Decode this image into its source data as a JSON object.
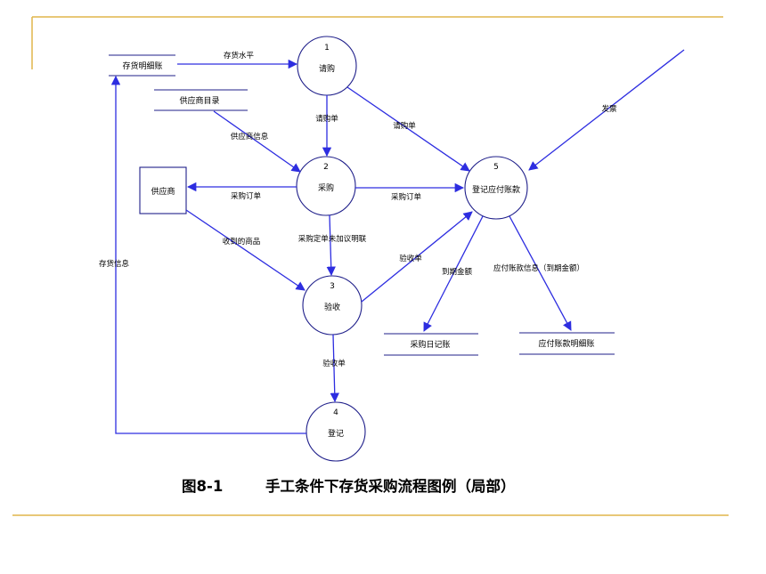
{
  "colors": {
    "accent": "#e0b64a",
    "line": "#1f1f8a",
    "arrow": "#2d2de0"
  },
  "processes": [
    {
      "id": "p1",
      "number": "1",
      "label": "请购"
    },
    {
      "id": "p2",
      "number": "2",
      "label": "采购"
    },
    {
      "id": "p3",
      "number": "3",
      "label": "验收"
    },
    {
      "id": "p4",
      "number": "4",
      "label": "登记"
    },
    {
      "id": "p5",
      "number": "5",
      "label": "登记应付账款"
    }
  ],
  "external_entity": {
    "label": "供应商"
  },
  "data_stores": {
    "inventory_detail": "存货明细账",
    "supplier_catalog": "供应商目录",
    "purchase_journal": "采购日记账",
    "payable_detail": "应付账款明细账"
  },
  "flows": {
    "inventory_level": "存货水平",
    "requisition_1": "请购单",
    "requisition_2": "请购单",
    "supplier_info": "供应商信息",
    "purchase_order_to_supplier": "采购订单",
    "purchase_order_to_5": "采购订单",
    "purchase_order_with_receipt": "采购定单未加议明联",
    "received_goods": "收到的商品",
    "receiving_report_to_5": "验收单",
    "receiving_report_to_4": "验收单",
    "invoice": "发票",
    "inventory_info": "存货信息",
    "amount_due": "到期金额",
    "payable_info": "应付账款信息（到期金额）"
  },
  "caption": {
    "figure": "图8-1",
    "title": "手工条件下存货采购流程图例（局部）"
  }
}
